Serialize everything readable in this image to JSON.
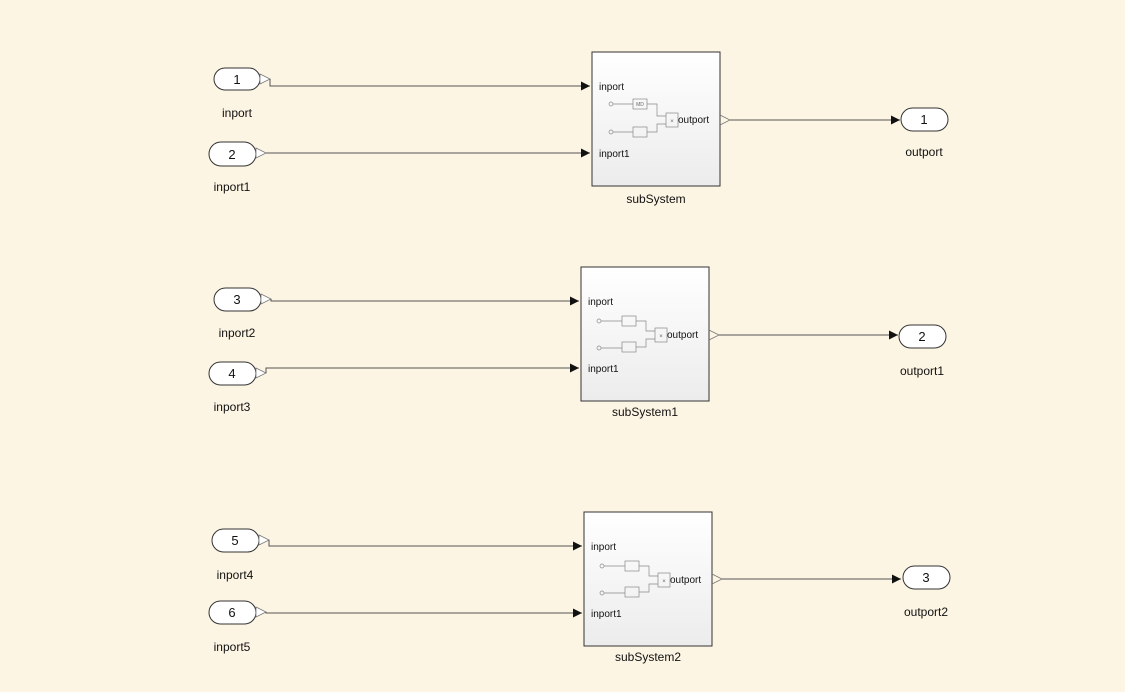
{
  "inports": [
    {
      "num": "1",
      "label": "inport"
    },
    {
      "num": "2",
      "label": "inport1"
    },
    {
      "num": "3",
      "label": "inport2"
    },
    {
      "num": "4",
      "label": "inport3"
    },
    {
      "num": "5",
      "label": "inport4"
    },
    {
      "num": "6",
      "label": "inport5"
    }
  ],
  "subsystems": [
    {
      "label": "subSystem",
      "in1": "inport",
      "in2": "inport1",
      "out": "outport",
      "mini_block": "MD",
      "mini_op": "×"
    },
    {
      "label": "subSystem1",
      "in1": "inport",
      "in2": "inport1",
      "out": "outport",
      "mini_block": "",
      "mini_op": "×"
    },
    {
      "label": "subSystem2",
      "in1": "inport",
      "in2": "inport1",
      "out": "outport",
      "mini_block": "",
      "mini_op": "×"
    }
  ],
  "outports": [
    {
      "num": "1",
      "label": "outport"
    },
    {
      "num": "2",
      "label": "outport1"
    },
    {
      "num": "3",
      "label": "outport2"
    }
  ],
  "colors": {
    "background": "#fdf5e4",
    "block_fill_top": "#ffffff",
    "block_fill_bottom": "#eeeeee",
    "wire": "#555555"
  }
}
